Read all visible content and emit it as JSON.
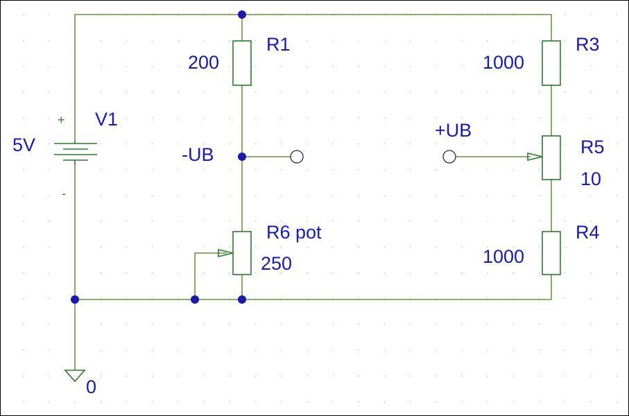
{
  "labels": {
    "v1_name": "V1",
    "v1_value": "5V",
    "v1_plus": "+",
    "v1_minus": "-",
    "r1_name": "R1",
    "r1_value": "200",
    "r3_name": "R3",
    "r3_value": "1000",
    "r4_name": "R4",
    "r4_value": "1000",
    "r5_name": "R5",
    "r5_value": "10",
    "r6_name": "R6 pot",
    "r6_value": "250",
    "minus_ub": "-UB",
    "plus_ub": "+UB",
    "ground": "0"
  },
  "colors": {
    "wire": "#4a7a1a",
    "component": "#2b7a2b",
    "label": "#1a1aaa",
    "grid": "#b8b8b8"
  }
}
